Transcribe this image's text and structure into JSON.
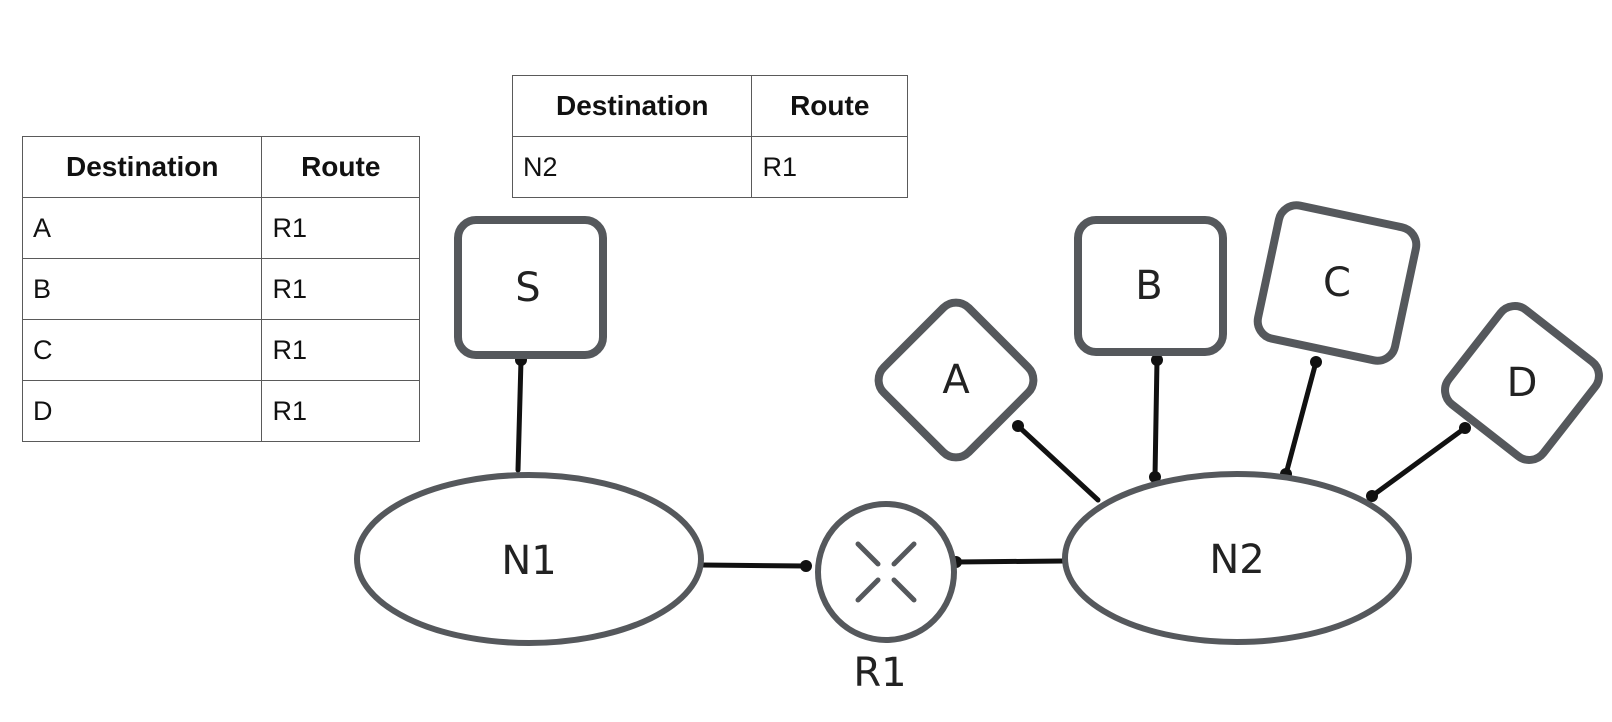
{
  "left_table": {
    "headers": [
      "Destination",
      "Route"
    ],
    "rows": [
      [
        "A",
        "R1"
      ],
      [
        "B",
        "R1"
      ],
      [
        "C",
        "R1"
      ],
      [
        "D",
        "R1"
      ]
    ]
  },
  "top_table": {
    "headers": [
      "Destination",
      "Route"
    ],
    "rows": [
      [
        "N2",
        "R1"
      ]
    ]
  },
  "diagram": {
    "hosts": {
      "s": "S",
      "a": "A",
      "b": "B",
      "c": "C",
      "d": "D"
    },
    "networks": {
      "n1": "N1",
      "n2": "N2"
    },
    "router": {
      "r1": "R1"
    }
  },
  "colors": {
    "stroke": "#55585c",
    "link": "#111111"
  }
}
